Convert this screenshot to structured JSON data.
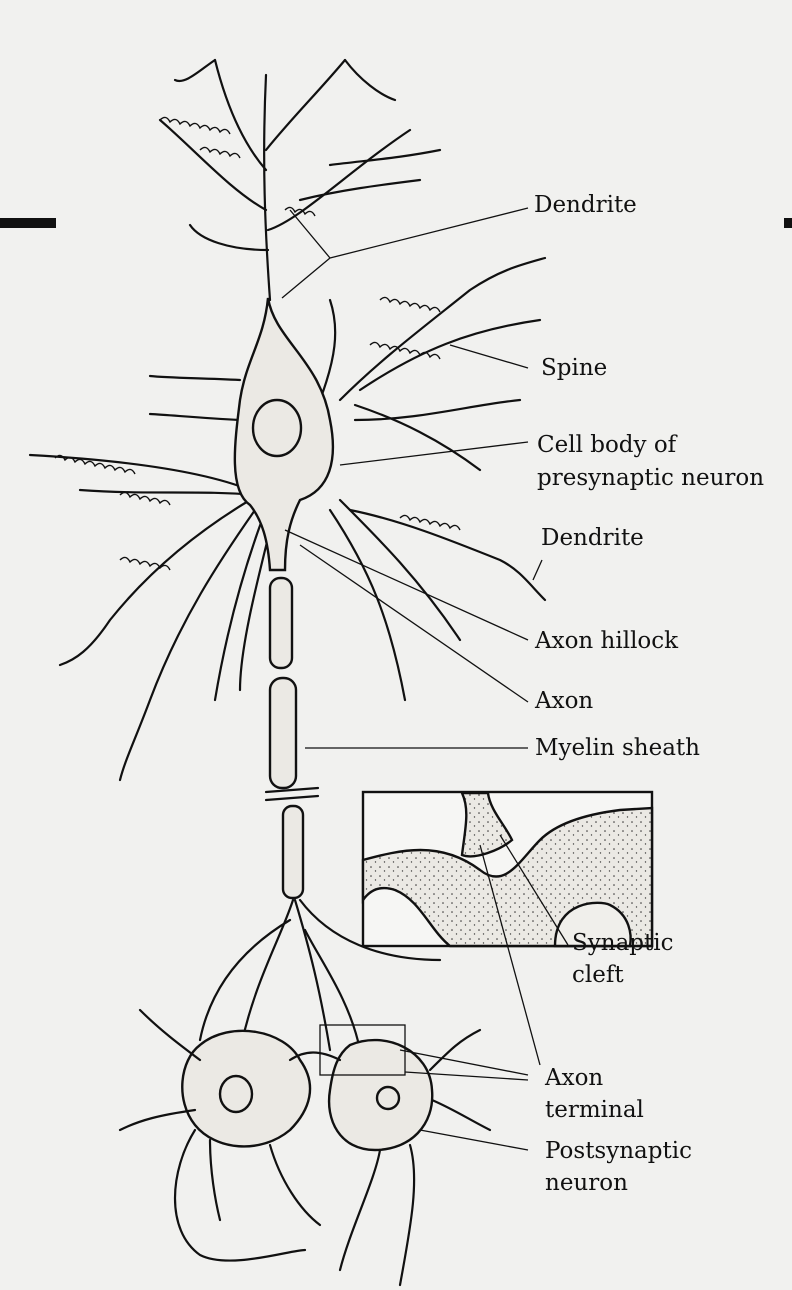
{
  "labels": {
    "dendrite_top": "Dendrite",
    "spine": "Spine",
    "cell_body_line1": "Cell body of",
    "cell_body_line2": "presynaptic neuron",
    "dendrite_side": "Dendrite",
    "axon_hillock": "Axon hillock",
    "axon": "Axon",
    "myelin_sheath": "Myelin sheath",
    "synaptic_cleft_line1": "Synaptic",
    "synaptic_cleft_line2": "cleft",
    "axon_terminal_line1": "Axon",
    "axon_terminal_line2": "terminal",
    "postsynaptic_line1": "Postsynaptic",
    "postsynaptic_line2": "neuron"
  },
  "colors": {
    "ink": "#111111",
    "paper": "#f1f1ef",
    "cell_fill": "#ebe9e4"
  }
}
